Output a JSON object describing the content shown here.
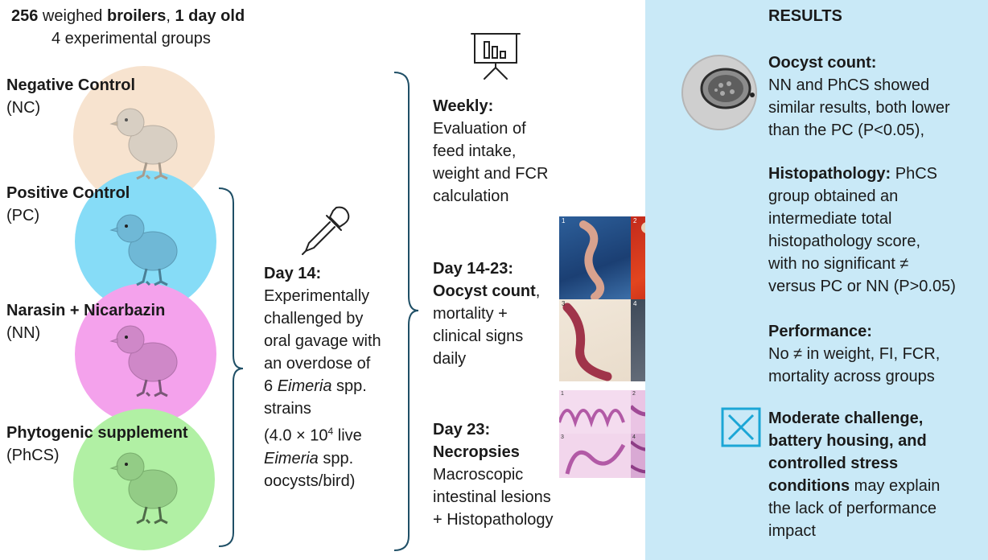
{
  "header": {
    "count": "256",
    "weighed": " weighed ",
    "broilers": "broilers",
    "comma": ", ",
    "age": "1 day old",
    "groups": "4 experimental groups"
  },
  "groups": [
    {
      "name": "Negative Control",
      "abbr": "(NC)",
      "color": "#f7e3cf"
    },
    {
      "name": "Positive Control",
      "abbr": "(PC)",
      "color": "#86dcf7"
    },
    {
      "name": "Narasin + Nicarbazin",
      "abbr": "(NN)",
      "color": "#f4a2ec"
    },
    {
      "name": "Phytogenic supplement",
      "abbr": "(PhCS)",
      "color": "#b1f0a4"
    }
  ],
  "challenge": {
    "title": "Day 14:",
    "line1": "Experimentally",
    "line2": "challenged by",
    "line3": "oral gavage with",
    "line4": "an overdose of",
    "line5_num": "6 ",
    "line5_em": "Eimeria",
    "line5_rest": " spp.",
    "line6": "strains",
    "line7_pre": "(4.0 × 10",
    "line7_sup": "4",
    "line7_post": " live",
    "line8_em": "Eimeria",
    "line8_rest": " spp.",
    "line9": "oocysts/bird)"
  },
  "timeline": {
    "weekly_title": "Weekly:",
    "weekly_lines": [
      "Evaluation of",
      "feed intake,",
      "weight and FCR",
      "calculation"
    ],
    "d1423_title": "Day 14-23:",
    "d1423_bold": "Oocyst count",
    "d1423_after": ",",
    "d1423_lines": [
      "mortality +",
      "clinical signs",
      "daily"
    ],
    "d23_title": "Day 23:",
    "d23_bold": "Necropsies",
    "d23_lines": [
      "Macroscopic",
      "intestinal lesions",
      "+ Histopathology"
    ],
    "photo_labels": [
      "1",
      "2",
      "3",
      "4"
    ],
    "histo_labels": [
      "1",
      "2",
      "3",
      "4"
    ]
  },
  "results": {
    "heading": "RESULTS",
    "oocyst_title": "Oocyst count:",
    "oocyst_lines": [
      "NN and PhCS showed",
      "similar results, both lower",
      "than the PC (P<0.05),"
    ],
    "histo_title": "Histopathology:",
    "histo_first": " PhCS",
    "histo_lines": [
      "group obtained an",
      "intermediate total",
      "histopathology score,",
      "with no significant ≠",
      "versus PC or NN (P>0.05)"
    ],
    "perf_title": "Performance:",
    "perf_lines": [
      "No ≠ in weight, FI, FCR,",
      "mortality across groups"
    ],
    "note_bold_lines": [
      "Moderate challenge,",
      "battery housing, and",
      "controlled stress"
    ],
    "note_bold_last": "conditions",
    "note_rest": " may explain",
    "note_lines": [
      "the lack of performance",
      "impact"
    ]
  }
}
